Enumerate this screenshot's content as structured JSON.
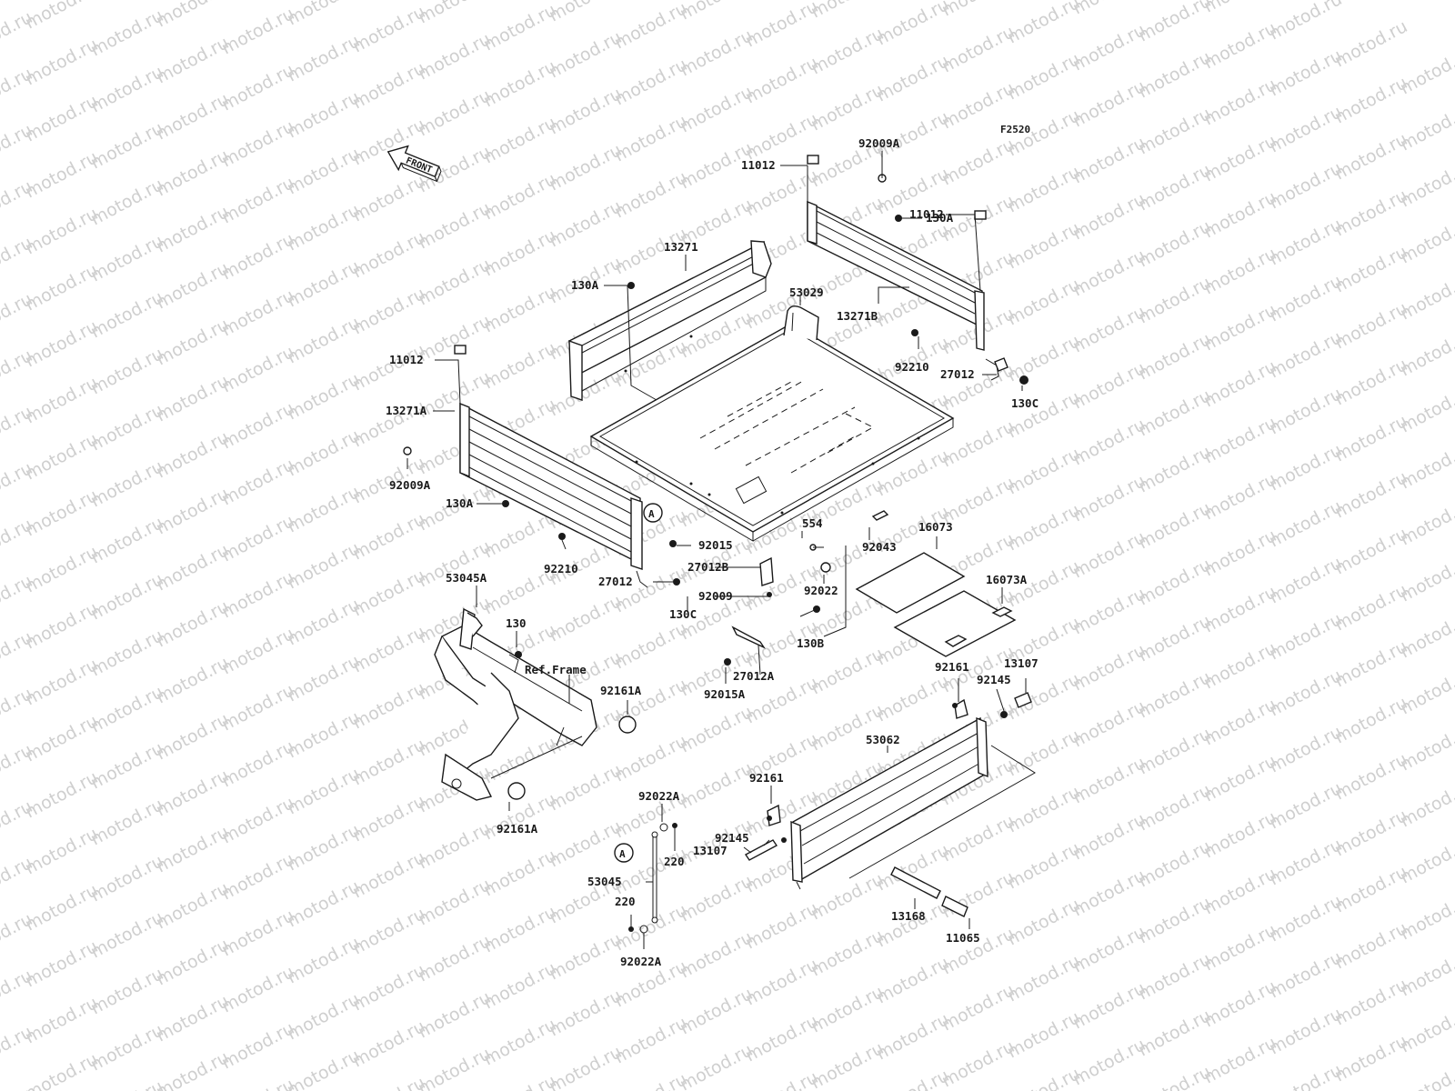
{
  "figure_code": "F2520",
  "front_label": "FRONT",
  "ref_frame_label": "Ref.Frame",
  "watermark_text": "motod.ru",
  "callout_letter": "A",
  "labels": {
    "p11012_top": "11012",
    "p92009A_top": "92009A",
    "p130A_right": "130A",
    "p11012_right": "11012",
    "p13271": "13271",
    "p130A_left": "130A",
    "p53029": "53029",
    "p13271B": "13271B",
    "p92210_right": "92210",
    "p27012_right": "27012",
    "p130C_right": "130C",
    "p11012_left": "11012",
    "p13271A": "13271A",
    "p92009A_left": "92009A",
    "p130A_lower": "130A",
    "p92015": "92015",
    "p92210_left": "92210",
    "p27012B": "27012B",
    "p27012_left": "27012",
    "p554": "554",
    "p92043": "92043",
    "p16073": "16073",
    "p92022": "92022",
    "p16073A": "16073A",
    "p92009": "92009",
    "p130C_left": "130C",
    "p130B": "130B",
    "p53045A": "53045A",
    "p130": "130",
    "p27012A": "27012A",
    "p92015A": "92015A",
    "p92161A_upper": "92161A",
    "p92161_right": "92161",
    "p13107_right": "13107",
    "p92145_right": "92145",
    "p53062": "53062",
    "p92161A_lower": "92161A",
    "p92161_mid": "92161",
    "p92022A_upper": "92022A",
    "p92145_mid": "92145",
    "p13107_mid": "13107",
    "p220_upper": "220",
    "p53045": "53045",
    "p220_lower": "220",
    "p13168": "13168",
    "p11065": "11065",
    "p92022A_lower": "92022A"
  }
}
